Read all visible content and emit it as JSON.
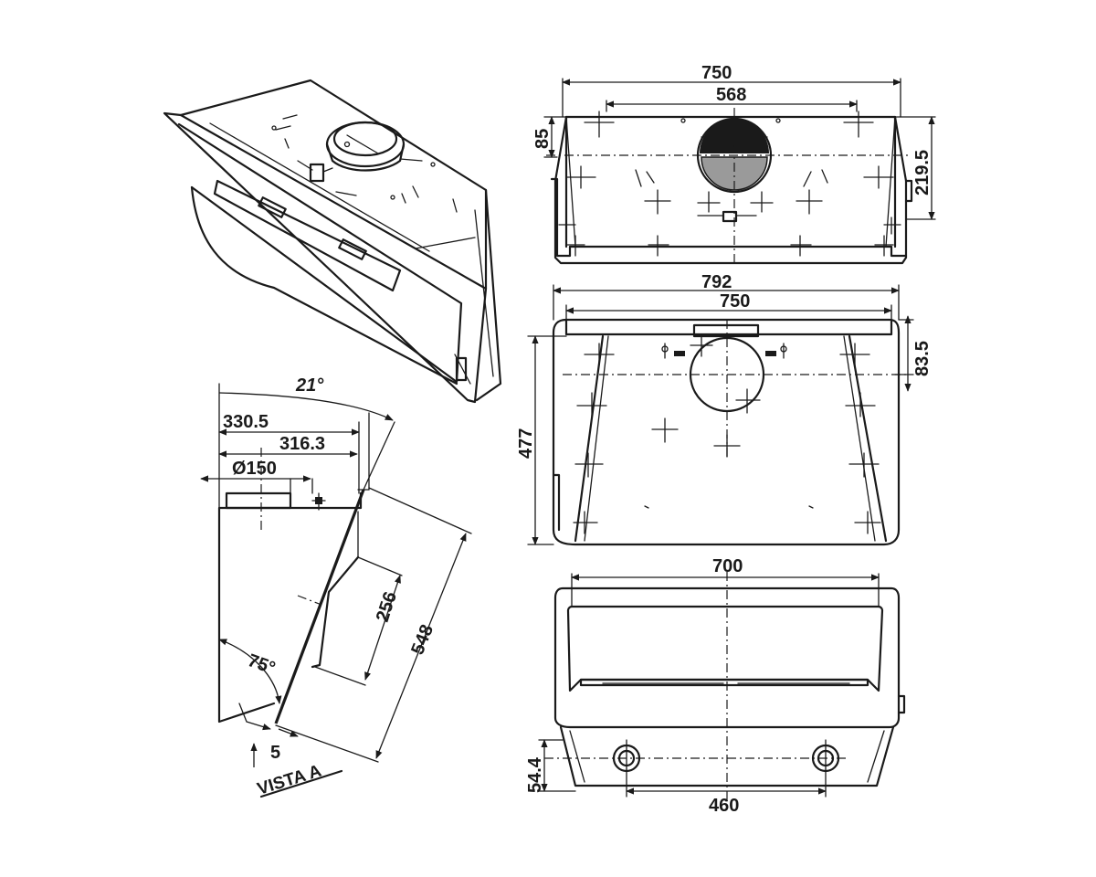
{
  "dimensions": {
    "top_width_overall": "750",
    "top_width_inner": "568",
    "top_depth_front": "85",
    "top_depth_total": "219.5",
    "rear_width_overall": "792",
    "rear_width_inner": "750",
    "rear_height": "477",
    "rear_offset": "83.5",
    "front_width": "700",
    "bottom_depth": "54.4",
    "bottom_spacing": "460",
    "side_angle_top": "21°",
    "side_depth_outer": "330.5",
    "side_depth_inner": "316.3",
    "side_duct_diameter": "Ø150",
    "side_panel_inner": "256",
    "side_panel_length": "548",
    "side_angle_bottom": "75°",
    "side_offset_bottom": "5"
  },
  "view_label": "VISTA A",
  "colors": {
    "line": "#1a1a1a",
    "fan_fill": "#9a9a9a"
  }
}
